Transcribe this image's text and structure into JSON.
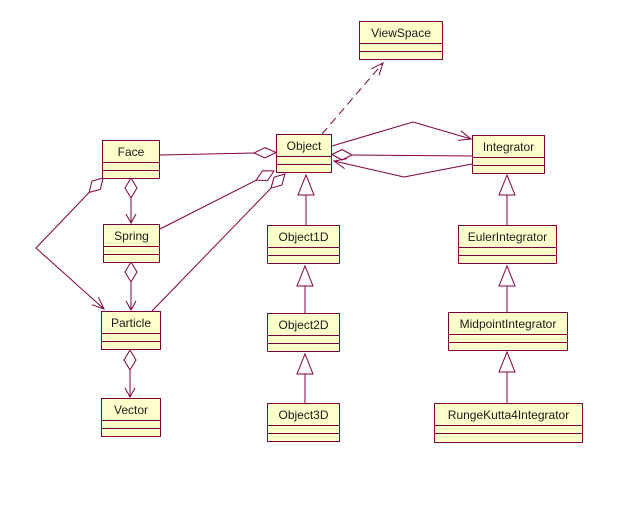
{
  "diagram": {
    "type": "uml-class-diagram",
    "colors": {
      "background": "#ffffff",
      "line": "#800040",
      "class_fill": "#ffffcc",
      "class_border": "#800040",
      "text": "#1a1a1a"
    },
    "classes": {
      "viewspace": {
        "label": "ViewSpace"
      },
      "face": {
        "label": "Face"
      },
      "object": {
        "label": "Object"
      },
      "integrator": {
        "label": "Integrator"
      },
      "spring": {
        "label": "Spring"
      },
      "object1d": {
        "label": "Object1D"
      },
      "eulerintegrator": {
        "label": "EulerIntegrator"
      },
      "particle": {
        "label": "Particle"
      },
      "object2d": {
        "label": "Object2D"
      },
      "midpointintegrator": {
        "label": "MidpointIntegrator"
      },
      "vector": {
        "label": "Vector"
      },
      "object3d": {
        "label": "Object3D"
      },
      "rungekutta4integrator": {
        "label": "RungeKutta4Integrator"
      }
    },
    "relationships": [
      {
        "type": "dependency",
        "from": "Object",
        "to": "ViewSpace",
        "line": "dashed",
        "arrow_at": "ViewSpace"
      },
      {
        "type": "association",
        "from": "Object",
        "to": "Integrator",
        "arrow_at": "Integrator"
      },
      {
        "type": "aggregation",
        "whole": "Object",
        "part": "Integrator",
        "diamond_at": "Object"
      },
      {
        "type": "association",
        "from": "Integrator",
        "to": "Object",
        "arrow_at": "Object"
      },
      {
        "type": "aggregation",
        "whole": "Object",
        "part": "Face",
        "diamond_at": "Object"
      },
      {
        "type": "aggregation",
        "whole": "Object",
        "part": "Spring",
        "diamond_at": "Object"
      },
      {
        "type": "aggregation",
        "whole": "Object",
        "part": "Particle",
        "diamond_at": "Object"
      },
      {
        "type": "aggregation",
        "whole": "Face",
        "part": "Spring",
        "diamond_at": "Face",
        "arrow_at": "Spring"
      },
      {
        "type": "aggregation",
        "whole": "Face",
        "part": "Particle",
        "diamond_at": "Face",
        "arrow_at": "Particle"
      },
      {
        "type": "aggregation",
        "whole": "Spring",
        "part": "Particle",
        "diamond_at": "Spring",
        "arrow_at": "Particle"
      },
      {
        "type": "aggregation",
        "whole": "Particle",
        "part": "Vector",
        "diamond_at": "Particle",
        "arrow_at": "Vector"
      },
      {
        "type": "generalization",
        "child": "Object1D",
        "parent": "Object"
      },
      {
        "type": "generalization",
        "child": "Object2D",
        "parent": "Object1D"
      },
      {
        "type": "generalization",
        "child": "Object3D",
        "parent": "Object2D"
      },
      {
        "type": "generalization",
        "child": "EulerIntegrator",
        "parent": "Integrator"
      },
      {
        "type": "generalization",
        "child": "MidpointIntegrator",
        "parent": "EulerIntegrator"
      },
      {
        "type": "generalization",
        "child": "RungeKutta4Integrator",
        "parent": "MidpointIntegrator"
      }
    ]
  }
}
